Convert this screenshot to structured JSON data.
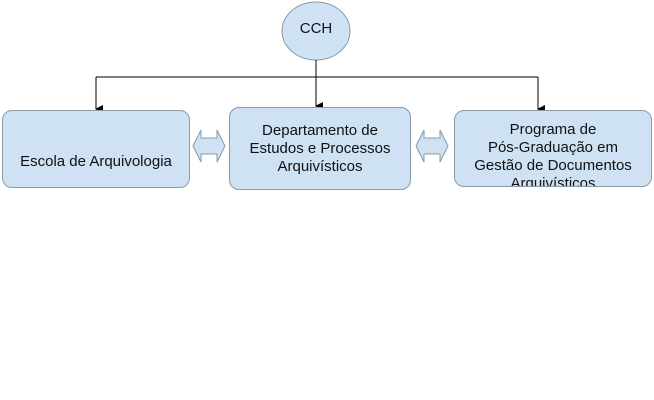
{
  "diagram": {
    "root": {
      "label": "CCH"
    },
    "children": [
      {
        "lines": [
          "Escola de Arquivologia"
        ]
      },
      {
        "lines": [
          "Departamento de",
          "Estudos e Processos",
          "Arquivísticos"
        ]
      },
      {
        "lines": [
          "Programa de",
          "Pós-Graduação em",
          "Gestão de Documentos",
          "Arquivísticos"
        ]
      }
    ],
    "colors": {
      "fill": "#cfe2f3",
      "border": "#8a9aa6",
      "connector": "#000000"
    }
  }
}
